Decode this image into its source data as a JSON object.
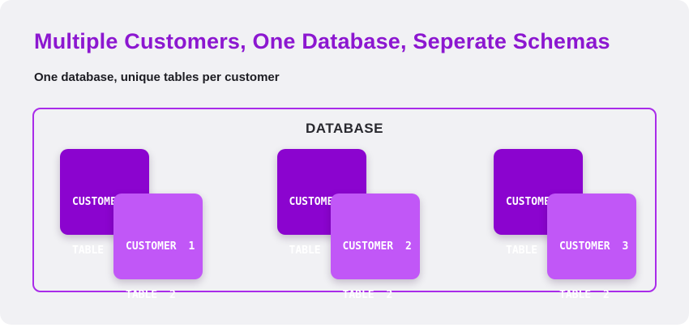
{
  "header": {
    "title": "Multiple Customers, One Database, Seperate Schemas",
    "subtitle": "One database, unique tables per customer"
  },
  "database": {
    "label": "DATABASE",
    "groups": [
      {
        "customer": "Customer 1",
        "tables": [
          {
            "line1": "CUSTOMER 1",
            "line2": "TABLE 1"
          },
          {
            "line1": "CUSTOMER 1",
            "line2": "TABLE 2"
          }
        ]
      },
      {
        "customer": "Customer 2",
        "tables": [
          {
            "line1": "CUSTOMER 2",
            "line2": "TABLE 1"
          },
          {
            "line1": "CUSTOMER 2",
            "line2": "TABLE 2"
          }
        ]
      },
      {
        "customer": "Customer 3",
        "tables": [
          {
            "line1": "CUSTOMER 3",
            "line2": "TABLE 1"
          },
          {
            "line1": "CUSTOMER 3",
            "line2": "TABLE 2"
          }
        ]
      }
    ]
  },
  "colors": {
    "title": "#8C17D0",
    "panel_bg": "#F1F1F4",
    "container_border": "#A92BE9",
    "table1_bg": "#8B04CF",
    "table2_bg": "#C157F7",
    "box_text": "#FFFFFF",
    "text_dark": "#1C1C22"
  }
}
